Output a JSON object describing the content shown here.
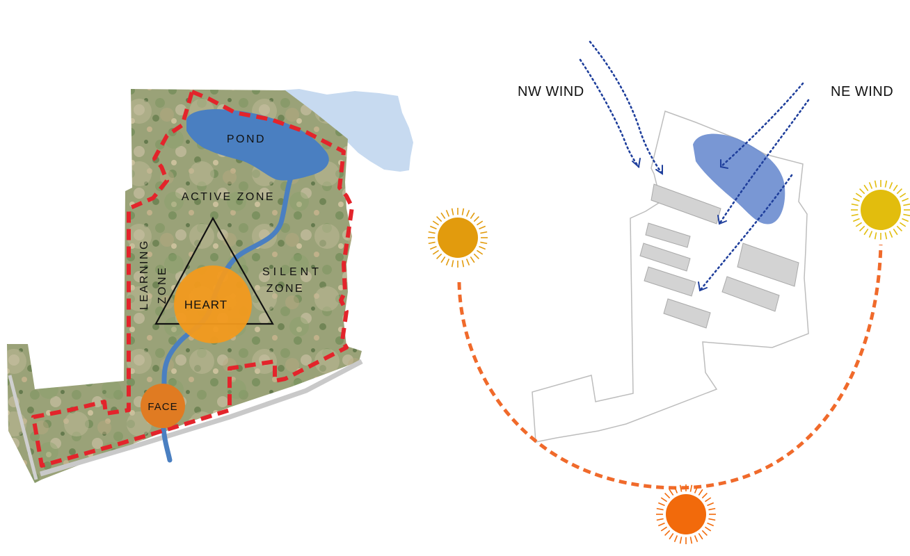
{
  "site_plan": {
    "pond_label": "POND",
    "active_zone_label": "ACTIVE ZONE",
    "learning_zone_label_line1": "LEARNING",
    "learning_zone_label_line2": "ZONE",
    "silent_zone_label_line1": "SILENT",
    "silent_zone_label_line2": "ZONE",
    "heart_label": "HEART",
    "face_label": "FACE"
  },
  "climate_diagram": {
    "nw_wind_label": "NW WIND",
    "ne_wind_label": "NE WIND"
  },
  "colors": {
    "site_boundary": "#e3242b",
    "water": "#4a7fc1",
    "lake": "#c7daf0",
    "heart": "#f29a1d",
    "face": "#e07b22",
    "wind_arrow": "#1f3f9c",
    "sun_path": "#f06a2b",
    "sun_morning": "#e29b0d",
    "sun_evening": "#e2bd0d",
    "sun_noon": "#f26a0b",
    "building": "#d3d3d3",
    "wind_pond": "#6a8ccf"
  },
  "icons": [
    "sun-icon",
    "wind-arrow-icon"
  ]
}
